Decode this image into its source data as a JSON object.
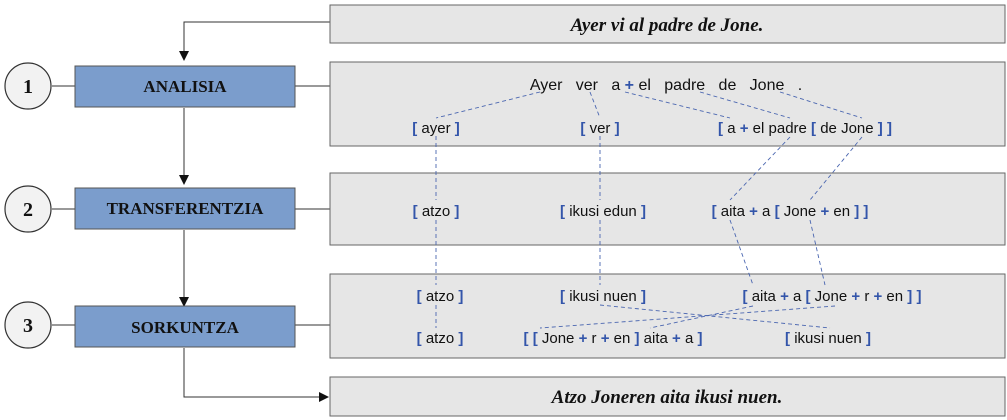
{
  "colors": {
    "step_fill": "#7b9dcc",
    "panel_fill": "#e6e6e6",
    "bracket": "#3355aa",
    "dashed": "#4a66b0",
    "line": "#333333"
  },
  "input_sentence": "Ayer vi al padre de Jone.",
  "output_sentence": "Atzo Joneren aita ikusi nuen.",
  "steps": [
    {
      "number": "1",
      "label": "ANALISIA"
    },
    {
      "number": "2",
      "label": "TRANSFERENTZIA"
    },
    {
      "number": "3",
      "label": "SORKUNTZA"
    }
  ],
  "analysis": {
    "sentence": [
      {
        "text": "Ayer",
        "type": "word"
      },
      {
        "text": "ver",
        "type": "word"
      },
      {
        "text": "a",
        "type": "word"
      },
      {
        "text": "+",
        "type": "op"
      },
      {
        "text": "el",
        "type": "word"
      },
      {
        "text": "padre",
        "type": "word"
      },
      {
        "text": "de",
        "type": "word"
      },
      {
        "text": "Jone",
        "type": "word"
      },
      {
        "text": ".",
        "type": "word"
      }
    ],
    "row": [
      {
        "name": "ayer",
        "parts": [
          [
            "[",
            "b"
          ],
          [
            " ayer ",
            "w"
          ],
          [
            "]",
            "b"
          ]
        ]
      },
      {
        "name": "ver",
        "parts": [
          [
            "[",
            "b"
          ],
          [
            " ver ",
            "w"
          ],
          [
            "]",
            "b"
          ]
        ]
      },
      {
        "name": "a-el-padre",
        "parts": [
          [
            "[",
            "b"
          ],
          [
            " a ",
            "w"
          ],
          [
            "+",
            "b"
          ],
          [
            " el padre ",
            "w"
          ],
          [
            "[",
            "b"
          ],
          [
            " de Jone ",
            "w"
          ],
          [
            "]",
            "b"
          ],
          [
            " ",
            "w"
          ],
          [
            "]",
            "b"
          ]
        ]
      }
    ]
  },
  "transfer": {
    "row": [
      {
        "name": "atzo",
        "parts": [
          [
            "[",
            "b"
          ],
          [
            " atzo ",
            "w"
          ],
          [
            "]",
            "b"
          ]
        ]
      },
      {
        "name": "ikusi-edun",
        "parts": [
          [
            "[",
            "b"
          ],
          [
            " ikusi edun ",
            "w"
          ],
          [
            "]",
            "b"
          ]
        ]
      },
      {
        "name": "aita-jone-en",
        "parts": [
          [
            "[",
            "b"
          ],
          [
            " aita ",
            "w"
          ],
          [
            "+",
            "b"
          ],
          [
            " a ",
            "w"
          ],
          [
            "[",
            "b"
          ],
          [
            " Jone ",
            "w"
          ],
          [
            "+",
            "b"
          ],
          [
            " en ",
            "w"
          ],
          [
            "]",
            "b"
          ],
          [
            " ",
            "w"
          ],
          [
            "]",
            "b"
          ]
        ]
      }
    ]
  },
  "generation": {
    "row1": [
      {
        "name": "atzo",
        "parts": [
          [
            "[",
            "b"
          ],
          [
            " atzo ",
            "w"
          ],
          [
            "]",
            "b"
          ]
        ]
      },
      {
        "name": "ikusi-nuen",
        "parts": [
          [
            "[",
            "b"
          ],
          [
            " ikusi nuen ",
            "w"
          ],
          [
            "]",
            "b"
          ]
        ]
      },
      {
        "name": "aita-jone-r-en",
        "parts": [
          [
            "[",
            "b"
          ],
          [
            " aita ",
            "w"
          ],
          [
            "+",
            "b"
          ],
          [
            " a ",
            "w"
          ],
          [
            "[",
            "b"
          ],
          [
            " Jone ",
            "w"
          ],
          [
            "+",
            "b"
          ],
          [
            " r ",
            "w"
          ],
          [
            "+",
            "b"
          ],
          [
            " en ",
            "w"
          ],
          [
            "]",
            "b"
          ],
          [
            " ",
            "w"
          ],
          [
            "]",
            "b"
          ]
        ]
      }
    ],
    "row2": [
      {
        "name": "atzo-final",
        "parts": [
          [
            "[",
            "b"
          ],
          [
            " atzo ",
            "w"
          ],
          [
            "]",
            "b"
          ]
        ]
      },
      {
        "name": "jone-r-en-aita-a",
        "parts": [
          [
            "[",
            "b"
          ],
          [
            " ",
            "w"
          ],
          [
            "[",
            "b"
          ],
          [
            " Jone ",
            "w"
          ],
          [
            "+",
            "b"
          ],
          [
            " r ",
            "w"
          ],
          [
            "+",
            "b"
          ],
          [
            " en ",
            "w"
          ],
          [
            "]",
            "b"
          ],
          [
            " aita ",
            "w"
          ],
          [
            "+",
            "b"
          ],
          [
            " a ",
            "w"
          ],
          [
            "]",
            "b"
          ]
        ]
      },
      {
        "name": "ikusi-nuen-final",
        "parts": [
          [
            "[",
            "b"
          ],
          [
            " ikusi nuen ",
            "w"
          ],
          [
            "]",
            "b"
          ]
        ]
      }
    ]
  }
}
